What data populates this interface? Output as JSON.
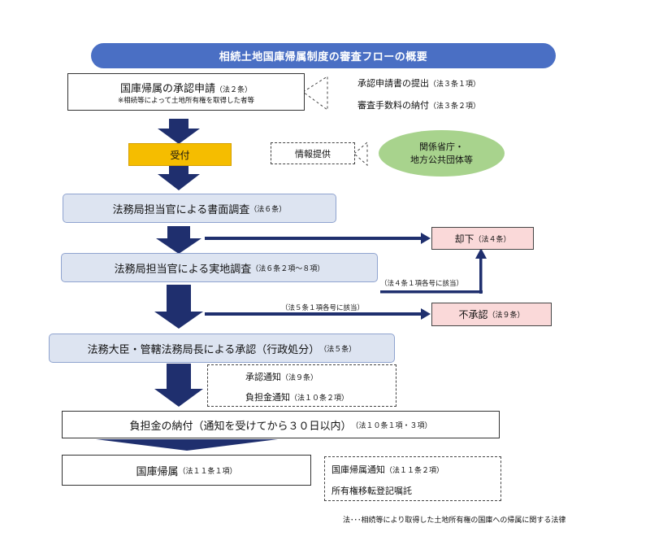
{
  "title": "相続土地国庫帰属制度の審査フローの概要",
  "step1": {
    "main": "国庫帰属の承認申請",
    "ref": "（法２条）",
    "note": "※相続等によって土地所有権を取得した者等"
  },
  "step1_side": [
    {
      "text": "承認申請書の提出",
      "ref": "（法３条１項）"
    },
    {
      "text": "審査手数料の納付",
      "ref": "（法３条２項）"
    }
  ],
  "receipt": "受付",
  "info": "情報提供",
  "agencies": [
    "関係省庁・",
    "地方公共団体等"
  ],
  "step2": {
    "main": "法務局担当官による書面調査",
    "ref": "（法６条）"
  },
  "rejection": {
    "main": "却下",
    "ref": "（法４条）"
  },
  "step3": {
    "main": "法務局担当官による実地調査",
    "ref": "（法６条２項～８項）"
  },
  "rejection_note": "（法４条１項各号に該当）",
  "disapproval_note": "（法５条１項各号に該当）",
  "disapproval": {
    "main": "不承認",
    "ref": "（法９条）"
  },
  "step4": {
    "main": "法務大臣・管轄法務局長による承認（行政処分）",
    "ref": "（法５条）"
  },
  "notices": [
    {
      "text": "承認通知",
      "ref": "（法９条）"
    },
    {
      "text": "負担金通知",
      "ref": "（法１０条２項）"
    }
  ],
  "step5": {
    "main": "負担金の納付（通知を受けてから３０日以内）",
    "ref": "（法１０条１項・３項）"
  },
  "step6": {
    "main": "国庫帰属",
    "ref": "（法１１条１項）"
  },
  "final_notes": [
    {
      "text": "国庫帰属通知",
      "ref": "（法１１条２項）"
    },
    {
      "text": "所有権移転登記嘱託",
      "ref": ""
    }
  ],
  "footnote": "法･･･相続等により取得した土地所有権の国庫への帰属に関する法律",
  "colors": {
    "title": "#4a6fc4",
    "arrow": "#1f2f6e",
    "receipt": "#f5bd00",
    "pink": "#fad9d9",
    "agencies": "#a8d38d",
    "blue_box": "#dde4f1"
  }
}
